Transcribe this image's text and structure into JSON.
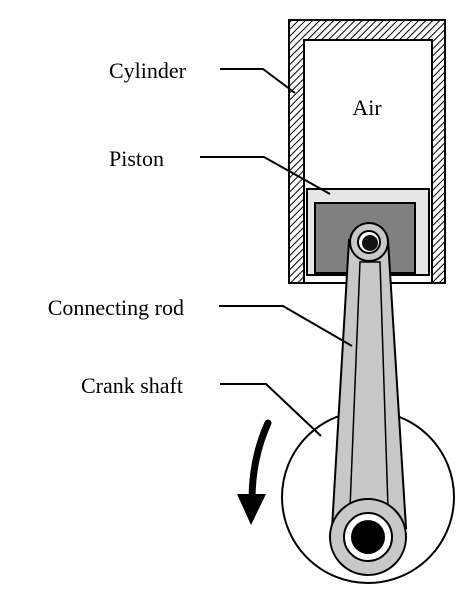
{
  "labels": {
    "cylinder": "Cylinder",
    "air": "Air",
    "piston": "Piston",
    "connecting_rod": "Connecting rod",
    "crank_shaft": "Crank shaft"
  },
  "colors": {
    "outline": "#000000",
    "hatch": "#000000",
    "piston_outer": "#e6e6e6",
    "piston_inner": "#808080",
    "rod_fill": "#c8c8c8",
    "crank_disc": "#ffffff",
    "background": "#ffffff"
  },
  "icons": {
    "rotation": "curved-arrow-down-icon"
  }
}
